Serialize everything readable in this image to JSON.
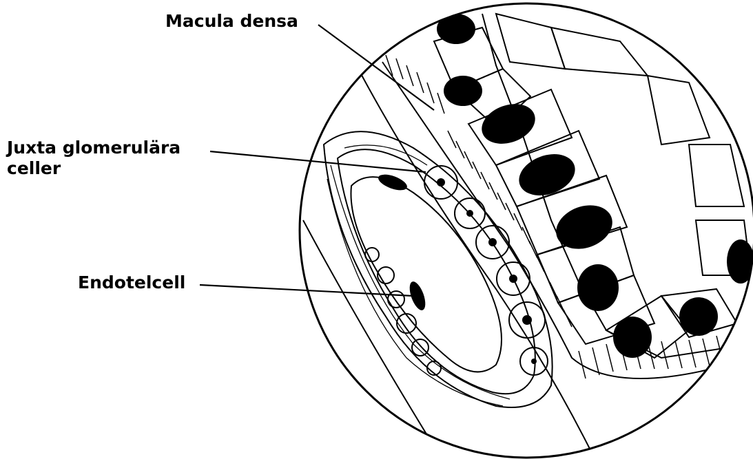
{
  "diagram": {
    "labels": {
      "macula_densa": "Macula densa",
      "juxta_line1": "Juxta glomerulära",
      "juxta_line2": "celler",
      "endotelcell": "Endotelcell"
    },
    "colors": {
      "ink": "#000000",
      "paper": "#ffffff"
    }
  }
}
